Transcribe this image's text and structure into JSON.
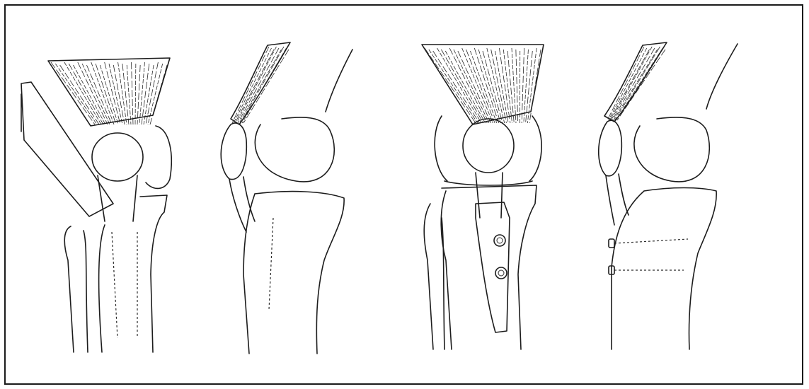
{
  "figure": {
    "panels": [
      {
        "id": "panel-1",
        "view": "front"
      },
      {
        "id": "panel-2",
        "view": "side"
      },
      {
        "id": "panel-3",
        "view": "front"
      },
      {
        "id": "panel-4",
        "view": "side"
      }
    ],
    "colors": {
      "ink": "#1c1c1c",
      "paper": "#ffffff",
      "frame": "#1a1a1a"
    }
  }
}
